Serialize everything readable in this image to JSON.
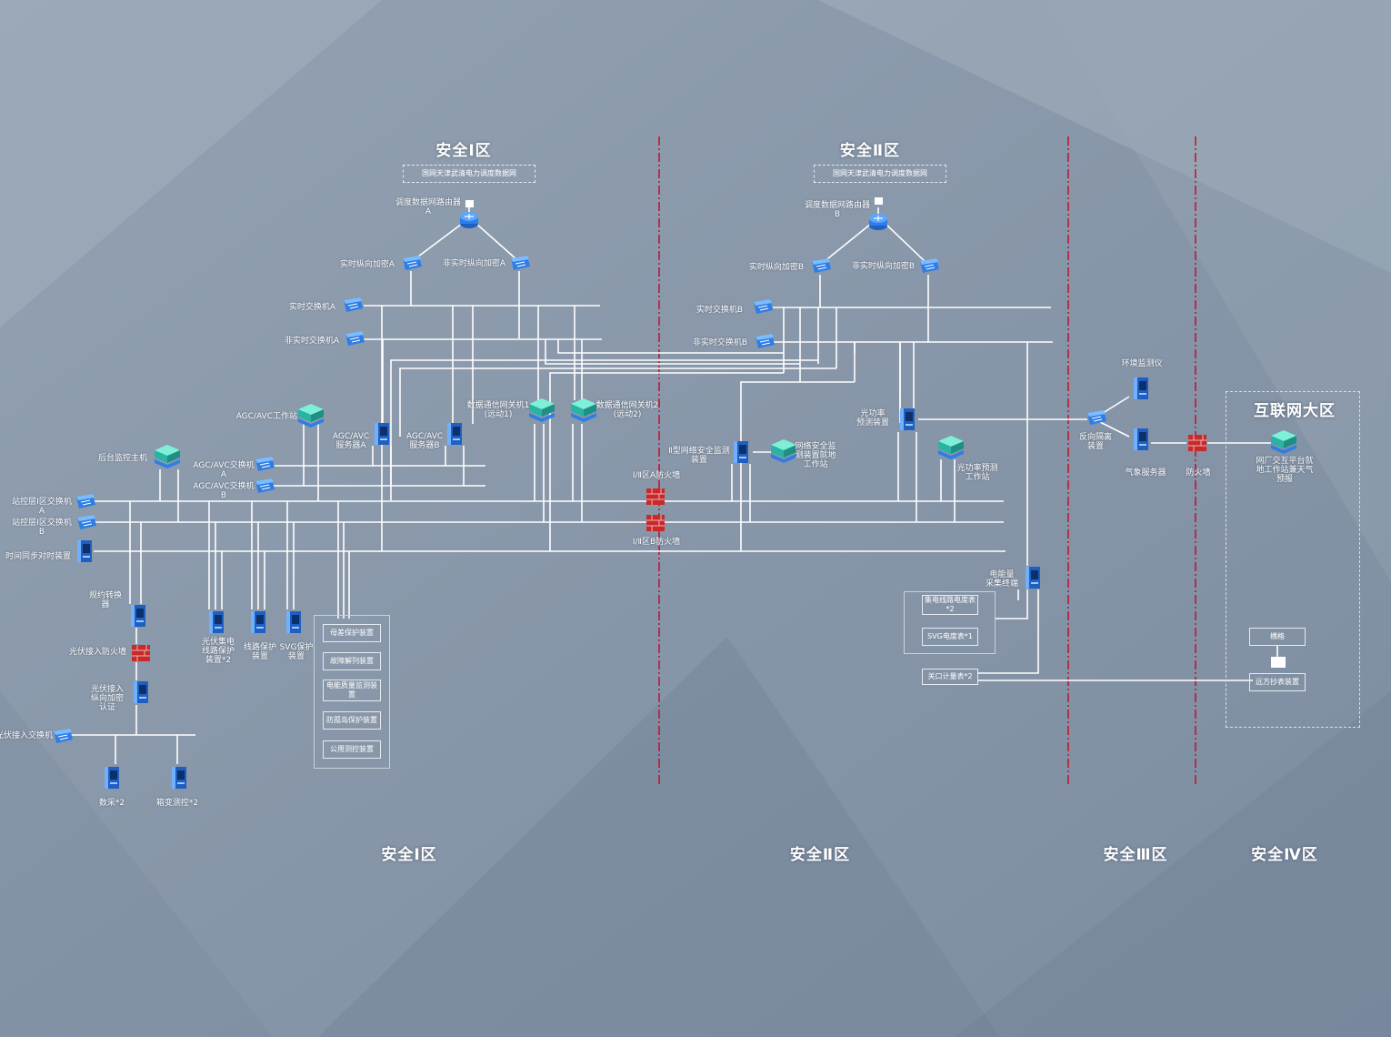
{
  "zones_top": {
    "zone1": "安全Ⅰ区",
    "zone2": "安全Ⅱ区"
  },
  "zones_bottom": {
    "zone1": "安全Ⅰ区",
    "zone2": "安全Ⅱ区",
    "zone3": "安全Ⅲ区",
    "zone4": "安全Ⅳ区"
  },
  "internet_zone": "互联网大区",
  "network_boxes": {
    "net_a": "国网天津武清电力调度数据网",
    "net_b": "国网天津武清电力调度数据网"
  },
  "devices": {
    "router_a": "调度数据网路由器\nA",
    "router_b": "调度数据网路由器\nB",
    "rt_enc_a": "实时纵向加密A",
    "nrt_enc_a": "非实时纵向加密A",
    "rt_enc_b": "实时纵向加密B",
    "nrt_enc_b": "非实时纵向加密B",
    "rt_sw_a": "实时交换机A",
    "nrt_sw_a": "非实时交换机A",
    "rt_sw_b": "实时交换机B",
    "nrt_sw_b": "非实时交换机B",
    "agc_ws": "AGC/AVC工作站",
    "agc_srv_a": "AGC/AVC\n服务器A",
    "agc_srv_b": "AGC/AVC\n服务器B",
    "gw1": "数据通信网关机1\n(远动1)",
    "gw2": "数据通信网关机2\n(远动2)",
    "bg_host": "后台监控主机",
    "agc_sw_a": "AGC/AVC交换机\nA",
    "agc_sw_b": "AGC/AVC交换机\nB",
    "st_sw_a": "站控层Ⅰ区交换机\nA",
    "st_sw_b": "站控层Ⅰ区交换机\nB",
    "time_sync": "时间同步对时装置",
    "proto_conv": "规约转换\n器",
    "pv_fw": "光伏接入防火墙",
    "pv_auth": "光伏接入\n纵向加密\n认证",
    "pv_sw": "光伏接入交换机",
    "data_collect": "数采*2",
    "box_ctrl": "箱变测控*2",
    "pv_line_prot": "光伏集电\n线路保护\n装置*2",
    "line_prot": "线路保护\n装置",
    "svg_prot": "SVG保护\n装置",
    "fw_a": "Ⅰ/Ⅱ区A防火墙",
    "fw_b": "Ⅰ/Ⅱ区B防火墙",
    "net_sec_dev": "Ⅱ型网络安全监测\n装置",
    "net_sec_ws": "网络安全监\n测装置就地\n工作站",
    "power_pred": "光功率\n预测装置",
    "power_pred_ws": "光功率预测\n工作站",
    "energy_term": "电能量\n采集终端",
    "env_monitor": "环境监测仪",
    "rev_iso": "反向隔离\n装置",
    "weather_srv": "气象服务器",
    "fw_3": "防火墙",
    "pf_ws": "网厂交互平台就\n地工作站兼天气\n预报"
  },
  "prot_boxes": [
    "母差保护装置",
    "故障解列装置",
    "电能质量监测装\n置",
    "防孤岛保护装置",
    "公用测控装置"
  ],
  "meter_boxes": {
    "m1": "集电线路电度表\n*2",
    "m2": "SVG电度表*1",
    "m3": "关口计量表*2"
  },
  "iv_boxes": {
    "cross": "横格",
    "remote": "远方抄表装置"
  },
  "colors": {
    "line": "#ffffff",
    "zone_divider": "#c0102a",
    "firewall": "#c62a2a",
    "device": "#2a7ae0",
    "server": "#1f6fd0",
    "workstation": "#28b3a5"
  }
}
